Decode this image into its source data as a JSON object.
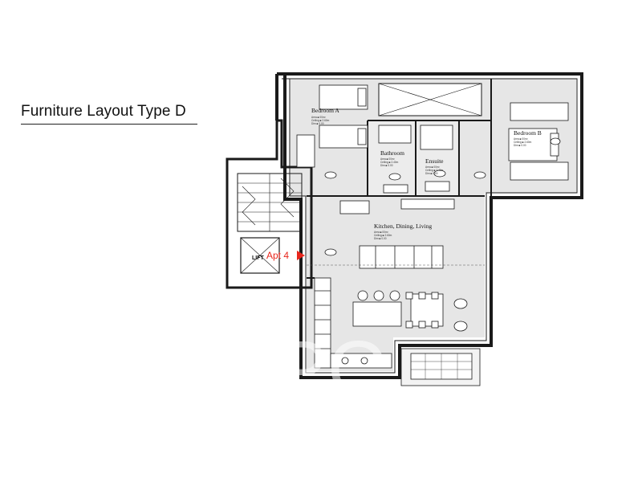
{
  "title": "Furniture Layout Type D",
  "rooms": {
    "bedroom_a": {
      "label": "Bedroom A",
      "specs": [
        "Area ■ 00m²",
        "Ceiling ■ 2.60m",
        "Dim ■ 0.00"
      ]
    },
    "bedroom_b": {
      "label": "Bedroom B",
      "specs": [
        "Area ■ 00m²",
        "Ceiling ■ 2.60m",
        "Dim ■ 0.00"
      ]
    },
    "bathroom": {
      "label": "Bathroom",
      "specs": [
        "Area ■ 00m²",
        "Ceiling ■ 2.40m",
        "Dim ■ 0.00"
      ]
    },
    "ensuite": {
      "label": "Ensuite",
      "specs": [
        "Area ■ 00m²",
        "Ceiling ■ 2.40m",
        "Dim ■ 0.00"
      ]
    },
    "kitchen": {
      "label": "Kitchen, Dining, Living",
      "specs": [
        "Area ■ 00m²",
        "Ceiling ■ 2.60m",
        "Dim ■ 0.00"
      ]
    }
  },
  "lift_label": "LIFT",
  "apartment_label": "Apt 4",
  "colors": {
    "floor": "#e6e6e6",
    "wall": "#1a1a1a",
    "accent": "#e8261c"
  },
  "watermark": "MPC"
}
